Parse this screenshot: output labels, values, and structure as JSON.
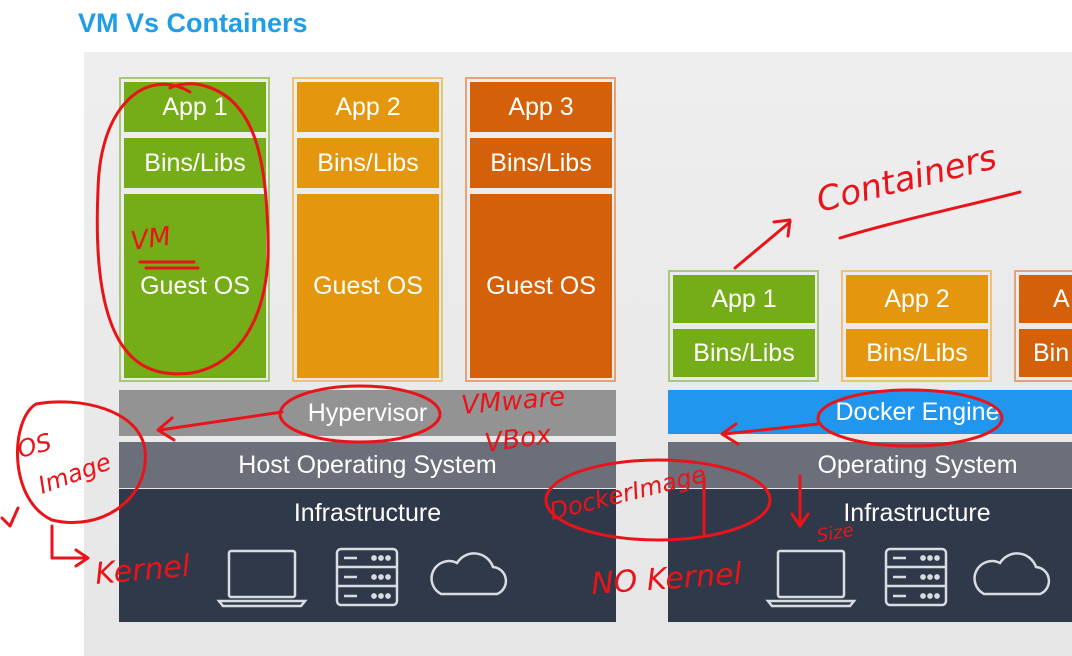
{
  "title": "VM Vs Containers",
  "vm_stack": {
    "apps": [
      {
        "app": "App 1",
        "libs": "Bins/Libs",
        "os": "Guest OS"
      },
      {
        "app": "App 2",
        "libs": "Bins/Libs",
        "os": "Guest OS"
      },
      {
        "app": "App 3",
        "libs": "Bins/Libs",
        "os": "Guest OS"
      }
    ],
    "hypervisor": "Hypervisor",
    "host_os": "Host Operating System",
    "infrastructure": "Infrastructure"
  },
  "container_stack": {
    "apps": [
      {
        "app": "App 1",
        "libs": "Bins/Libs"
      },
      {
        "app": "App 2",
        "libs": "Bins/Libs"
      },
      {
        "app": "A",
        "libs": "Bin"
      }
    ],
    "engine": "Docker Engine",
    "os": "Operating System",
    "infrastructure": "Infrastructure"
  },
  "annotations": {
    "containers": "Containers",
    "vm": "VM",
    "vmware": "VMware",
    "vbox": "VBox",
    "os_image_1": "OS",
    "os_image_2": "Image",
    "kernel": "Kernel",
    "docker_image": "DockerImage",
    "no_kernel": "NO Kernel",
    "size": "Size"
  },
  "colors": {
    "title": "#1f9de6",
    "green": "#74ad17",
    "yellow": "#e4960e",
    "orange": "#d4600a",
    "hypervisor": "#939393",
    "host_os": "#6b6f79",
    "infrastructure": "#30394a",
    "docker": "#2196ee",
    "ink": "#e8141a"
  },
  "icons": [
    "laptop-icon",
    "server-icon",
    "cloud-icon"
  ]
}
